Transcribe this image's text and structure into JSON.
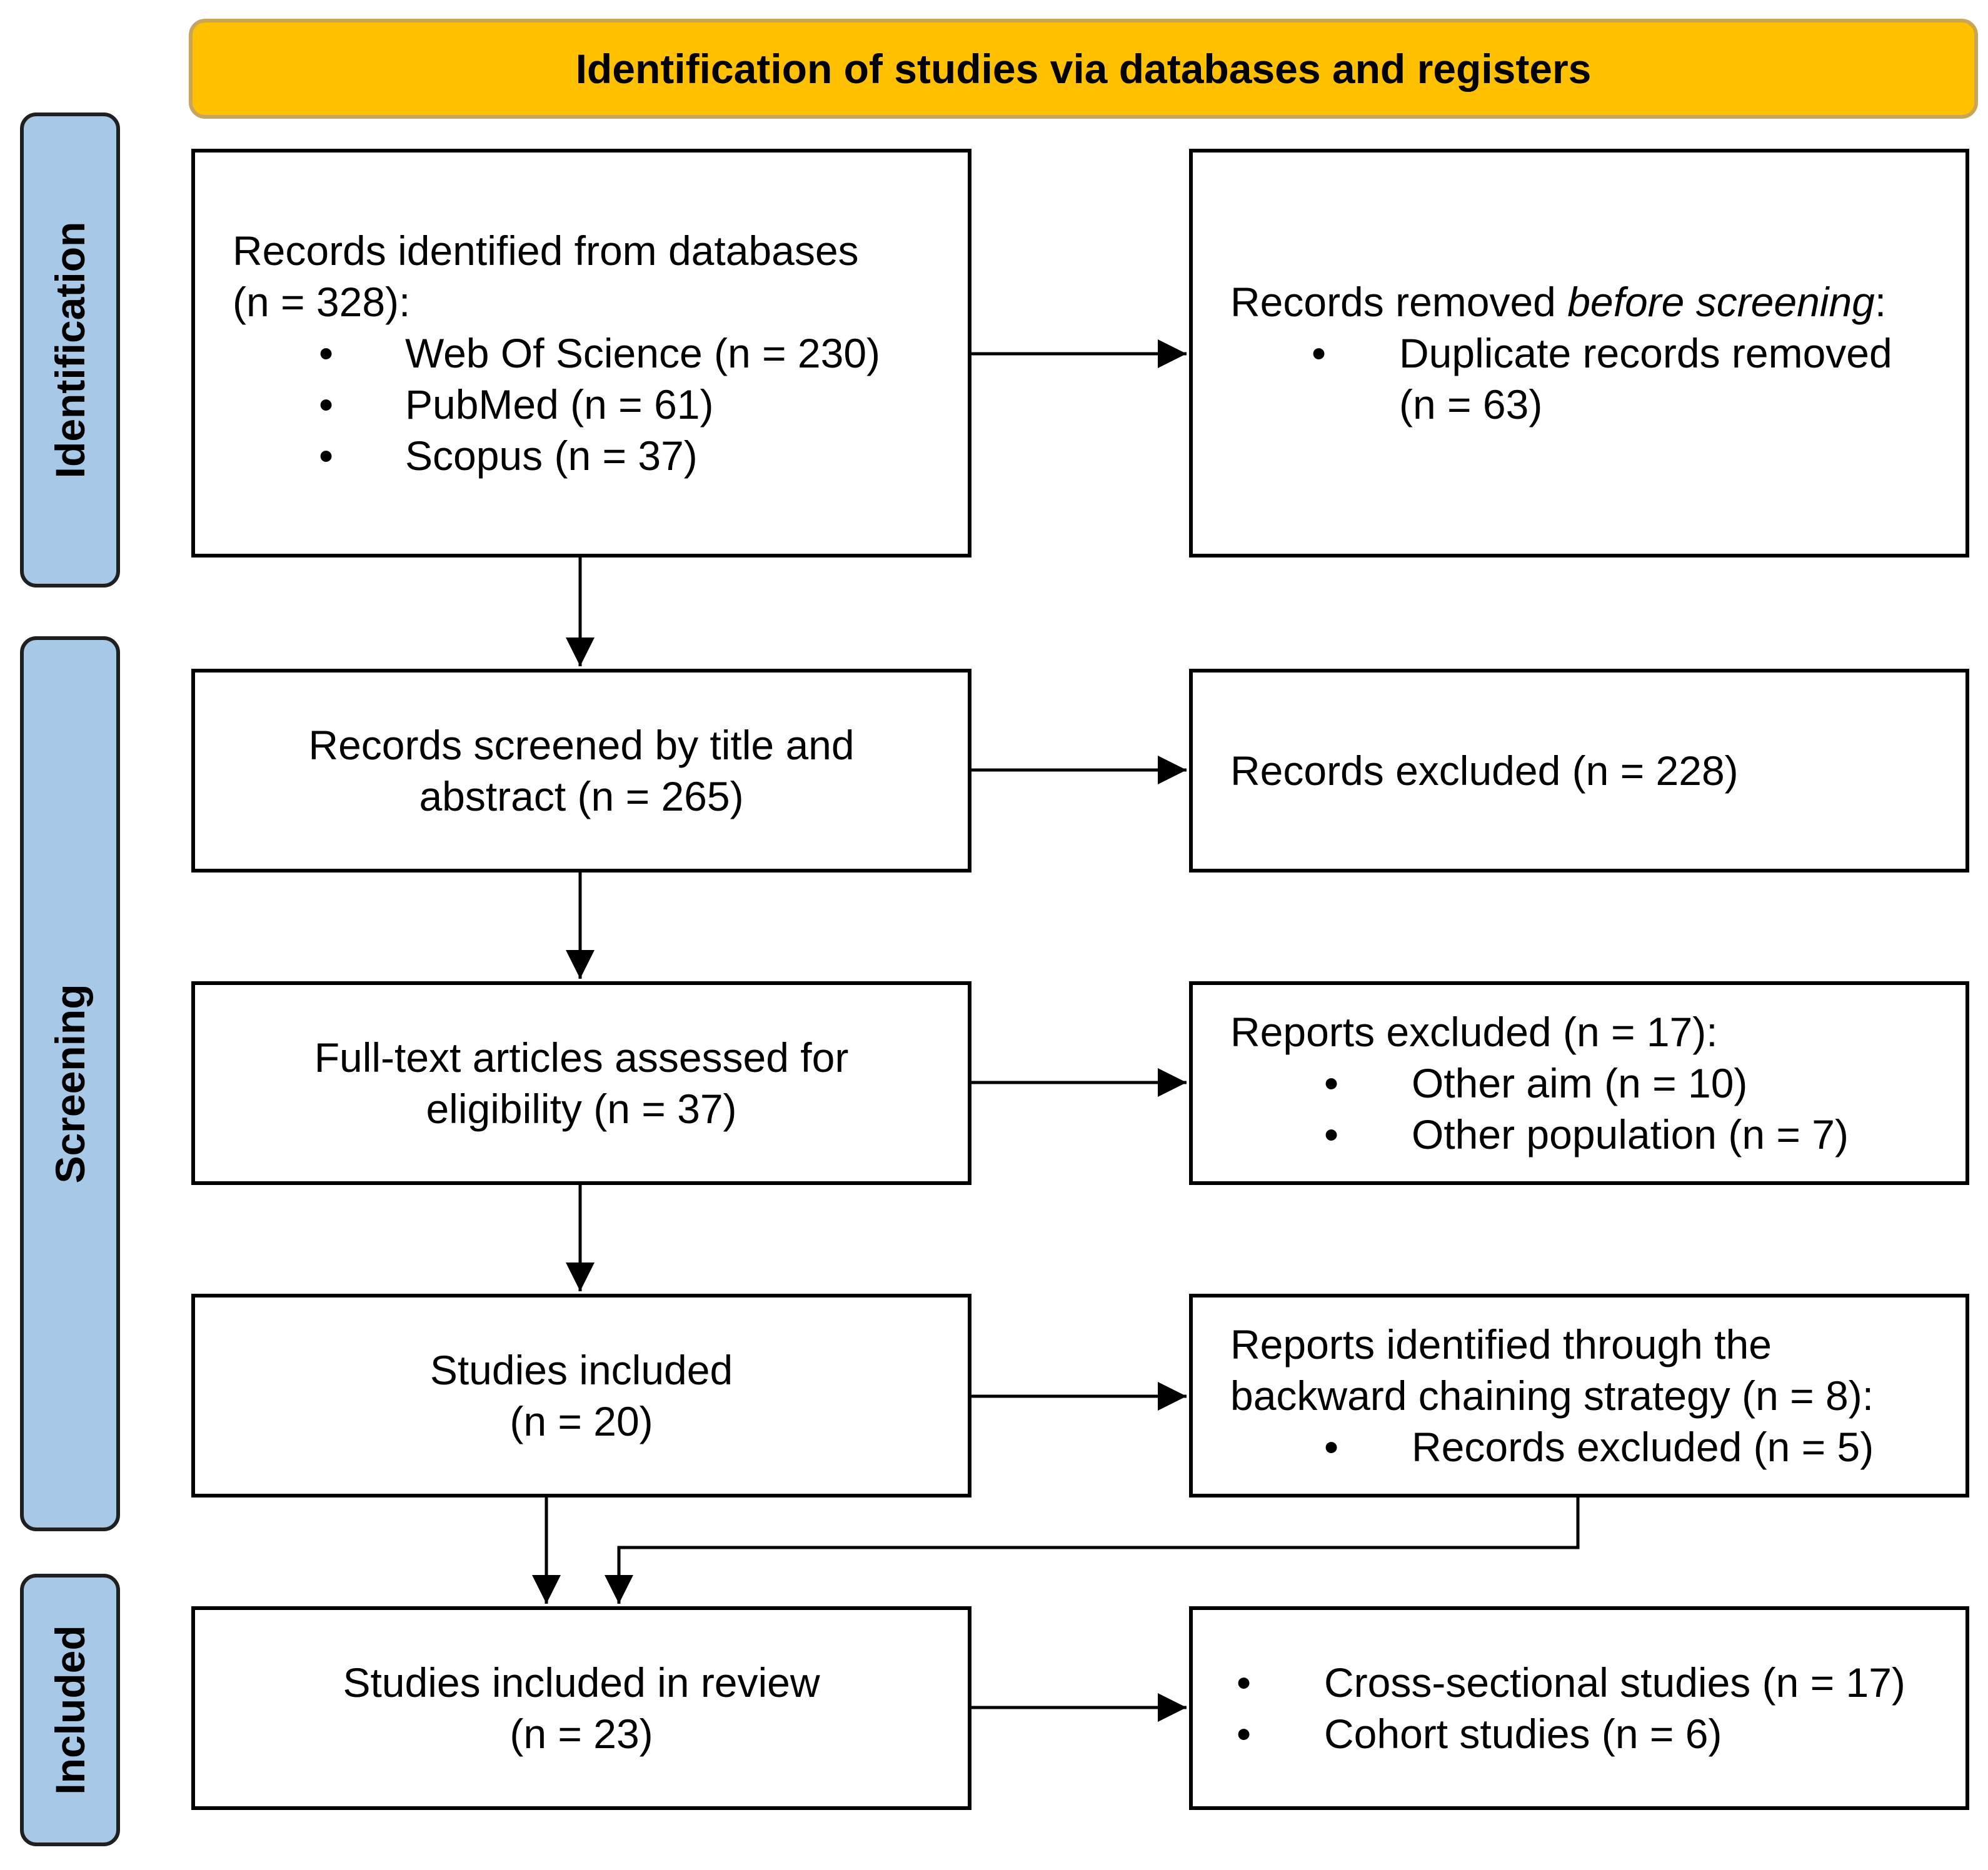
{
  "header": {
    "title": "Identification of studies via databases and registers"
  },
  "phases": {
    "identification": "Identification",
    "screening": "Screening",
    "included": "Included"
  },
  "boxes": {
    "identified": {
      "line1": "Records identified from databases",
      "line2": "(n = 328):",
      "bullets": [
        "Web Of Science (n = 230)",
        "PubMed (n = 61)",
        "Scopus (n = 37)"
      ]
    },
    "removed": {
      "line1_plain": "Records removed ",
      "line1_italic": "before screening",
      "line1_end": ":",
      "bullet_line1": "Duplicate records removed",
      "bullet_line2": "(n = 63)"
    },
    "screened": {
      "line1": "Records screened by title and",
      "line2": "abstract (n = 265)"
    },
    "excluded": {
      "text": "Records excluded (n = 228)"
    },
    "fulltext": {
      "line1": "Full-text articles assessed for",
      "line2": "eligibility (n = 37)"
    },
    "reports_excluded": {
      "title": "Reports excluded (n = 17):",
      "bullets": [
        "Other aim (n = 10)",
        "Other population (n = 7)"
      ]
    },
    "studies_included": {
      "line1": "Studies included",
      "line2": "(n = 20)"
    },
    "backward": {
      "line1": "Reports identified through the",
      "line2": "backward chaining strategy (n = 8):",
      "bullet": "Records excluded (n = 5)"
    },
    "review": {
      "line1": "Studies included in review",
      "line2": "(n = 23)"
    },
    "types": {
      "bullets": [
        "Cross-sectional studies (n = 17)",
        "Cohort studies (n = 6)"
      ]
    }
  },
  "bullet_glyph": "•",
  "colors": {
    "header_fill": "#FFC000",
    "header_border": "#C9A55A",
    "phase_fill": "#A8C8E8",
    "phase_border": "#1F1F1F",
    "box_border": "#000000"
  }
}
